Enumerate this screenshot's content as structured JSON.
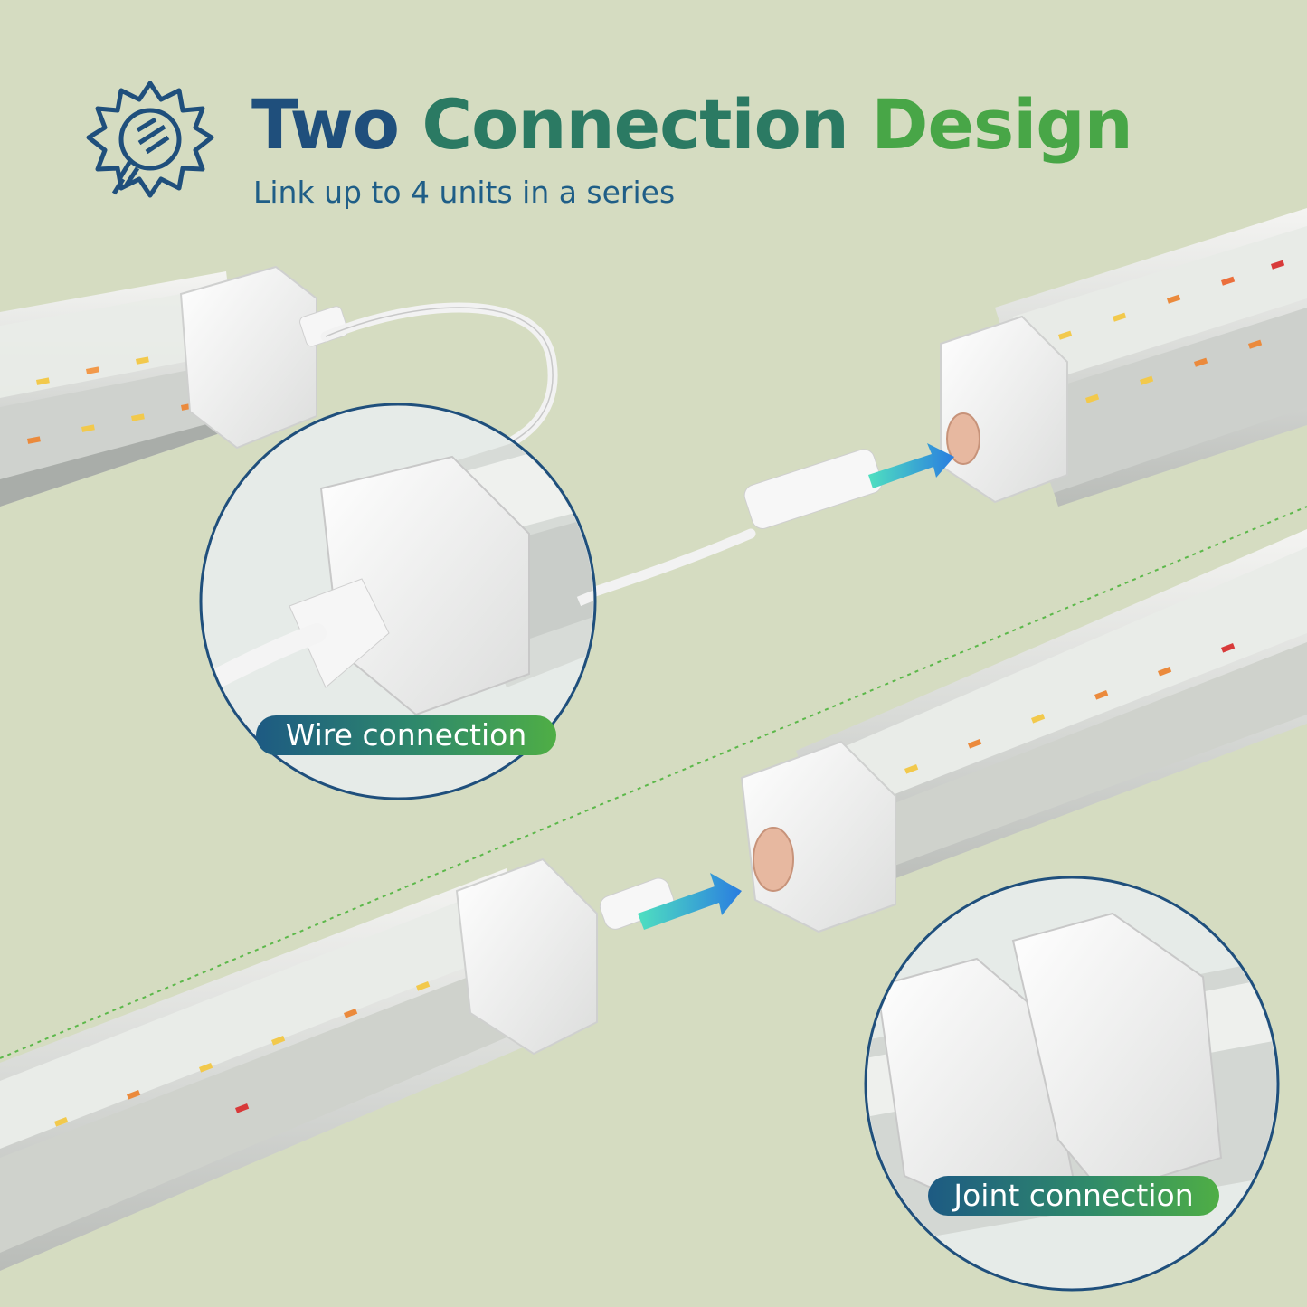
{
  "header": {
    "title_part1": "Two",
    "title_part2": "Connection",
    "title_part3": "Design",
    "subtitle": "Link up to 4 units in a series",
    "logo_icon": "light-bulb-icon"
  },
  "callouts": {
    "wire_label": "Wire connection",
    "joint_label": "Joint connection"
  },
  "colors": {
    "background": "#d5dcc1",
    "title_blue": "#1f4f7c",
    "title_teal": "#2b7a63",
    "title_green": "#48a647",
    "callout_ring": "#1f4f7c",
    "guide_line": "#5cb84a"
  }
}
